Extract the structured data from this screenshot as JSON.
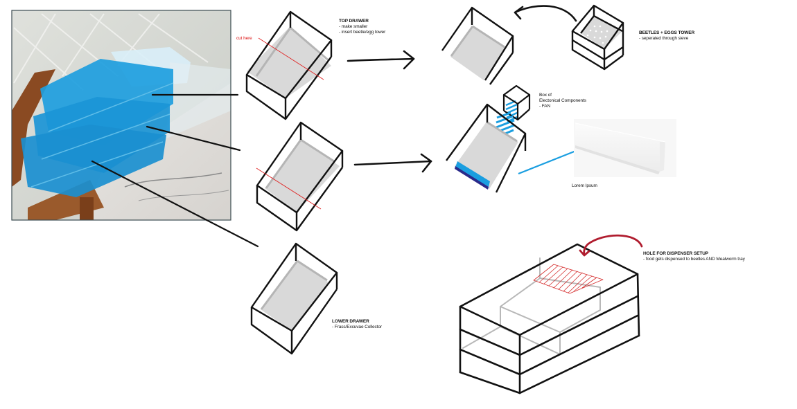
{
  "photo": {
    "subject": "blue plastic 3-drawer storage tower on marble counter"
  },
  "labels": {
    "top_drawer": {
      "title": "TOP DRAWER",
      "lines": [
        "- make smaller",
        "- insert beetle/egg tower"
      ]
    },
    "cut_here": "cut here",
    "beetles_tower": {
      "title": "BEETLES + EGGS TOWER",
      "lines": [
        "- seperated through sieve"
      ]
    },
    "electronics_box": {
      "lines": [
        "Box of",
        "Electonical Components",
        "- FAN"
      ]
    },
    "lorem": "Lorem Ipsum",
    "hole": {
      "title": "HOLE FOR DISPENSER SETUP",
      "lines": [
        "- food gets dispensed to beetles AND Mealworm tray"
      ]
    },
    "lower_drawer": {
      "title": "LOWER DRAWER",
      "lines": [
        "- Frass/Excuvae Collector"
      ]
    }
  },
  "colors": {
    "stroke": "#111111",
    "tray_fill": "#d9d9d9",
    "tray_edge": "#b5b5b5",
    "cut_line": "#e02020",
    "accent_blue": "#1a9ee0",
    "dark_blue": "#2a2a8a",
    "hole_red": "#c0182a",
    "ghost_gray": "#b8b8b8"
  }
}
